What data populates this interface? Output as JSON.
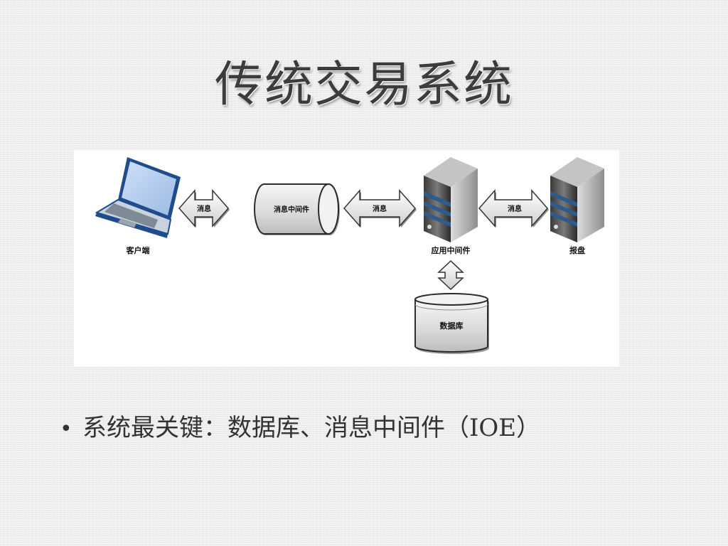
{
  "slide": {
    "title": "传统交易系统"
  },
  "diagram": {
    "client_label": "客户端",
    "mq_cylinder_label": "消息中间件",
    "app_server_label": "应用中间件",
    "report_server_label": "报盘",
    "database_label": "数据库",
    "arrow_1_label": "消息",
    "arrow_2_label": "消息",
    "arrow_3_label": "消息"
  },
  "bullets": [
    {
      "dot": "•",
      "text": "系统最关键：数据库、消息中间件（IOE）"
    }
  ],
  "colors": {
    "server_stripe": "#2f5a8c",
    "laptop_screen": "#aac8ec",
    "laptop_body": "#1f4d8c"
  }
}
